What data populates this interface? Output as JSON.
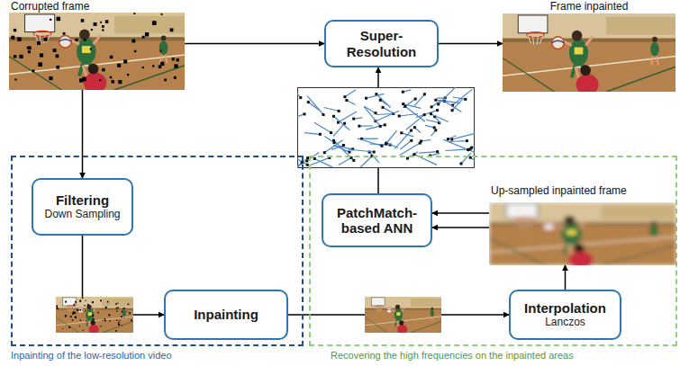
{
  "diagram": {
    "nodes": [
      {
        "text": [
          "Corrupted frame"
        ]
      },
      {
        "text": [
          "Super-Resolution"
        ]
      },
      {
        "text": [
          "Frame inpainted"
        ]
      },
      {
        "text": [
          "Inpainting of the low-resolution video"
        ]
      },
      {
        "text": [
          "Filtering",
          "Down Sampling"
        ],
        "in": 3
      },
      {
        "text": [
          "Inpainting"
        ],
        "in": 3
      },
      {
        "text": [
          "Recovering the high frequencies on the inpainted areas"
        ]
      },
      {
        "text": [
          "Up-sampled inpainted frame"
        ],
        "in": 6
      },
      {
        "text": [
          "PatchMatch-based ANN"
        ],
        "in": 6
      },
      {
        "text": [
          "Interpolation",
          "Lanczos"
        ],
        "in": 6
      }
    ],
    "edges": [
      {
        "from": 0,
        "to": 1,
        "arrow": "to"
      },
      {
        "from": 0,
        "to": 4,
        "arrow": "to"
      },
      {
        "from": 4,
        "to": 5,
        "arrow": "to"
      },
      {
        "from": 5,
        "to": 9,
        "arrow": "to"
      },
      {
        "from": 9,
        "to": 7,
        "arrow": "to"
      },
      {
        "from": 7,
        "to": 8,
        "arrow": "to"
      },
      {
        "from": 7,
        "to": 8,
        "arrow": "to"
      },
      {
        "from": 8,
        "to": 1,
        "arrow": "to"
      },
      {
        "from": 1,
        "to": 2,
        "arrow": "to"
      }
    ]
  }
}
